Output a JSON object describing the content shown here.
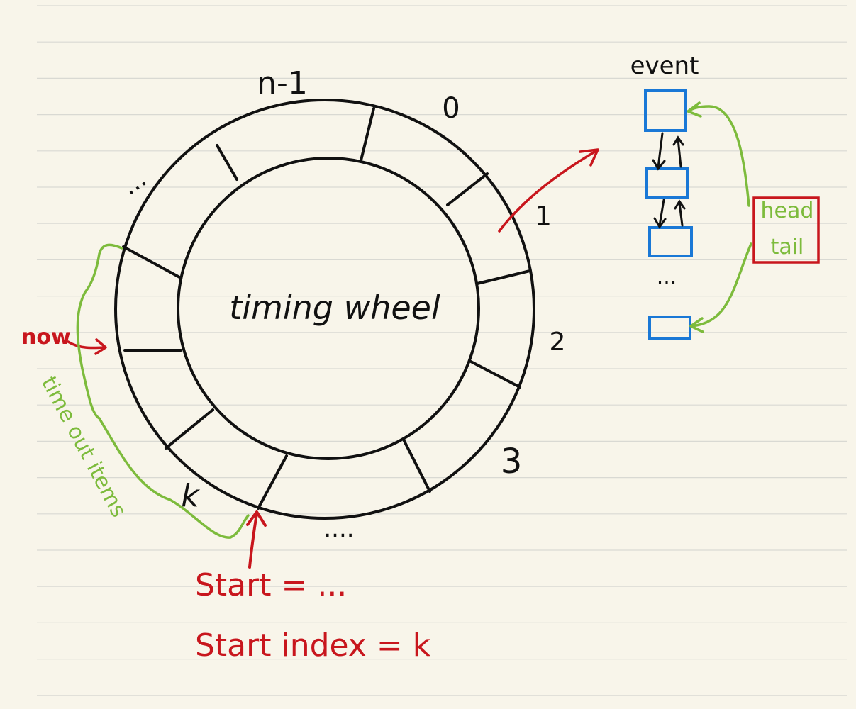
{
  "labels": {
    "center": "timing wheel",
    "slot_n_minus_1": "n-1",
    "slot_0": "0",
    "slot_1": "1",
    "slot_2": "2",
    "slot_3": "3",
    "slot_k": "k",
    "ellipsis_upper_left": "...",
    "ellipsis_bottom": "....",
    "event": "event",
    "event_ellipsis": "...",
    "head": "head",
    "tail": "tail",
    "now": "now",
    "time_out_items": "time out items",
    "start": "Start = ...",
    "start_index": "Start index = k"
  },
  "colors": {
    "paper": "#f8f5ea",
    "rule_line": "#d9d9d3",
    "ink": "#111111",
    "red": "#c8161d",
    "green": "#7dbb3c",
    "blue": "#1a78d6"
  }
}
